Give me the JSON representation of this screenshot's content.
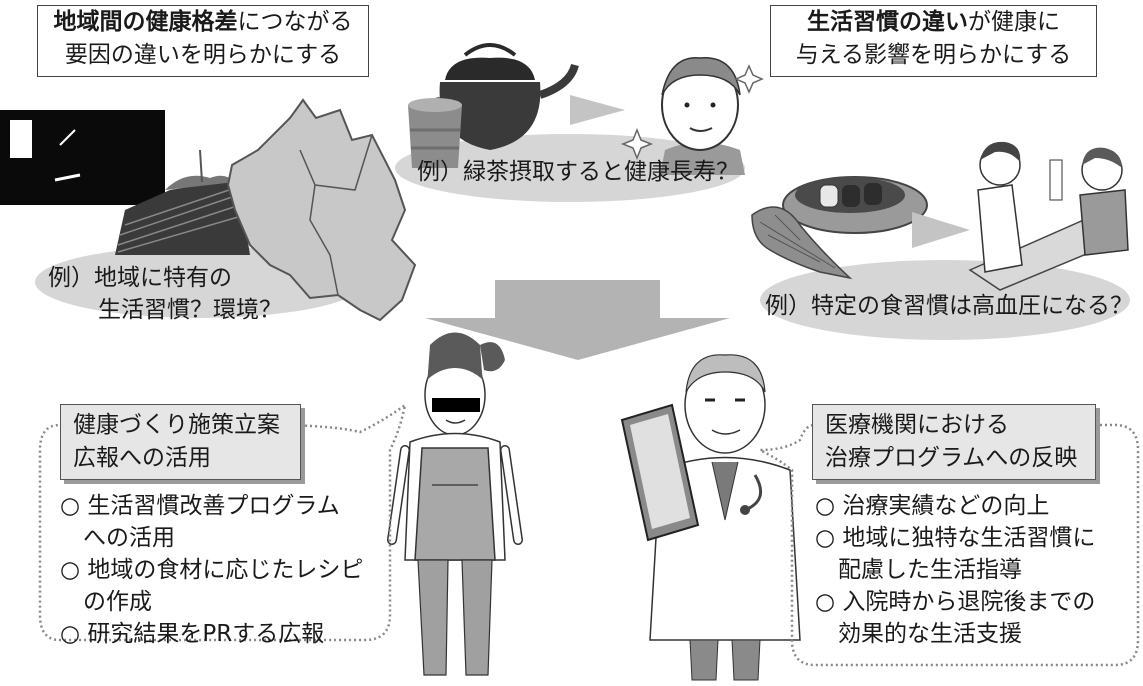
{
  "colors": {
    "ellipse": "#d6d6d6",
    "arrow": "#b3b3b3",
    "map": "#c8c8c8",
    "header_bg": "#e6e6e6"
  },
  "top_left_box": {
    "bold": "地域間の健康格差",
    "rest": "につながる",
    "line2": "要因の違いを明らかにする"
  },
  "top_right_box": {
    "bold": "生活習慣の違い",
    "rest": "が健康に",
    "line2": "与える影響を明らかにする"
  },
  "examples": {
    "green_tea": "例）緑茶摂取すると健康長寿？",
    "region_line1": "例）地域に特有の",
    "region_line2": "生活習慣？環境？",
    "diet": "例）特定の食習慣は高血圧になる？"
  },
  "left_panel": {
    "header_line1": "健康づくり施策立案",
    "header_line2": "広報への活用",
    "items": [
      "○ 生活習慣改善プログラム",
      "　への活用",
      "○ 地域の食材に応じたレシピ",
      "　の作成",
      "○ 研究結果をPRする広報"
    ]
  },
  "right_panel": {
    "header_line1": "医療機関における",
    "header_line2": "治療プログラムへの反映",
    "items": [
      "○ 治療実績などの向上",
      "○ 地域に独特な生活習慣に",
      "　配慮した生活指導",
      "○ 入院時から退院後までの",
      "　効果的な生活支援"
    ]
  }
}
